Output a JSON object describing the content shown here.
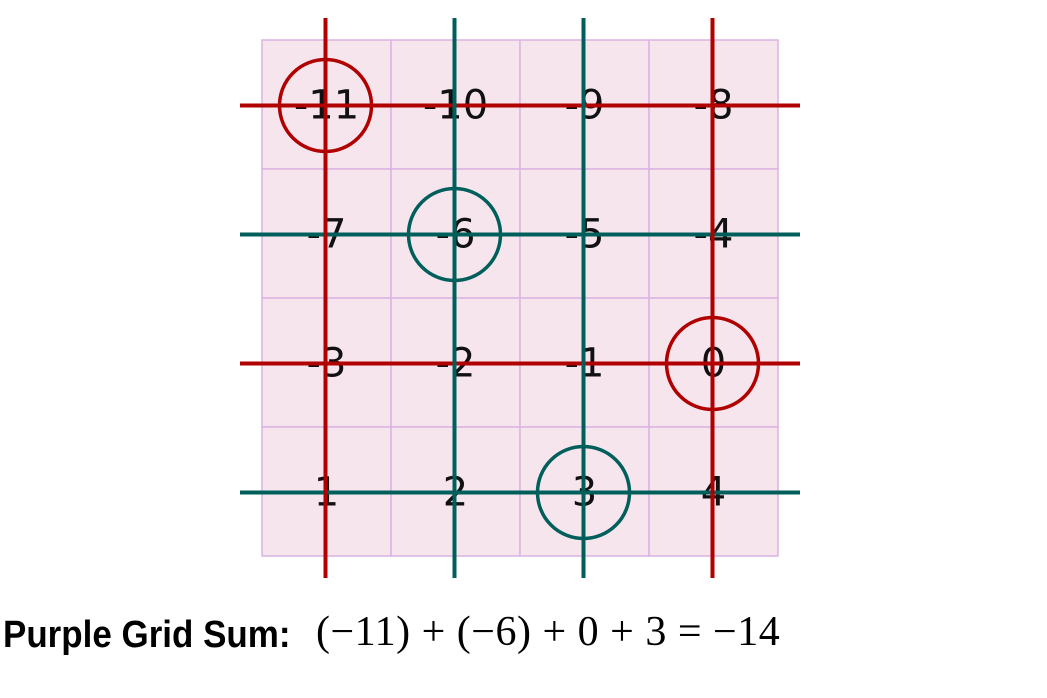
{
  "grid": {
    "rows": 4,
    "cols": 4,
    "cells": [
      [
        -11,
        -10,
        -9,
        -8
      ],
      [
        -7,
        -6,
        -5,
        -4
      ],
      [
        -3,
        -2,
        -1,
        0
      ],
      [
        1,
        2,
        3,
        4
      ]
    ],
    "fill_color": "#f6e5ed",
    "border_color": "#dab4e2"
  },
  "lines": {
    "red_color": "#b00000",
    "teal_color": "#005f5b",
    "vertical": [
      {
        "col": 0,
        "color": "red"
      },
      {
        "col": 1,
        "color": "teal"
      },
      {
        "col": 2,
        "color": "teal"
      },
      {
        "col": 3,
        "color": "red"
      }
    ],
    "horizontal": [
      {
        "row": 0,
        "color": "red"
      },
      {
        "row": 1,
        "color": "teal"
      },
      {
        "row": 2,
        "color": "red"
      },
      {
        "row": 3,
        "color": "teal"
      }
    ]
  },
  "circles": [
    {
      "row": 0,
      "col": 0,
      "color": "red",
      "value": -11
    },
    {
      "row": 1,
      "col": 1,
      "color": "teal",
      "value": -6
    },
    {
      "row": 2,
      "col": 3,
      "color": "red",
      "value": 0
    },
    {
      "row": 3,
      "col": 2,
      "color": "teal",
      "value": 3
    }
  ],
  "caption": {
    "label": "Purple Grid Sum:",
    "equation": "(−11) + (−6) + 0 + 3 = −14"
  }
}
